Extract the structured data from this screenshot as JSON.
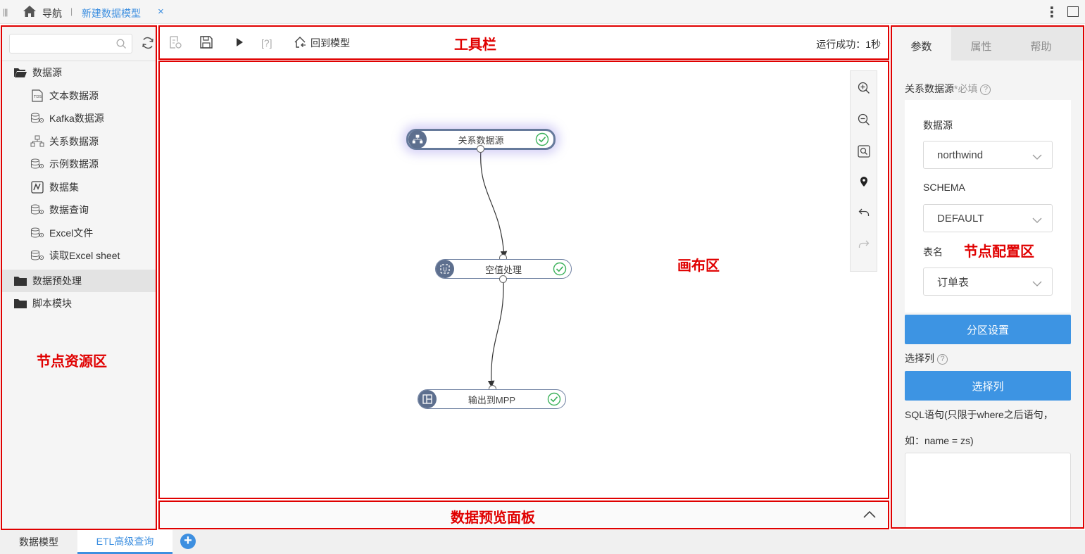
{
  "topbar": {
    "nav_label": "导航",
    "separator": "|",
    "tab_title": "新建数据模型",
    "tab_close": "×",
    "more": "⋮"
  },
  "left": {
    "search_placeholder": "",
    "tree": [
      {
        "label": "数据源",
        "type": "folder",
        "open": true
      },
      {
        "label": "文本数据源",
        "type": "child",
        "icon": "text-file-icon"
      },
      {
        "label": "Kafka数据源",
        "type": "child",
        "icon": "database-gear-icon"
      },
      {
        "label": "关系数据源",
        "type": "child",
        "icon": "relation-icon"
      },
      {
        "label": "示例数据源",
        "type": "child",
        "icon": "database-gear-icon"
      },
      {
        "label": "数据集",
        "type": "child",
        "icon": "dataset-icon"
      },
      {
        "label": "数据查询",
        "type": "child",
        "icon": "database-gear-icon"
      },
      {
        "label": "Excel文件",
        "type": "child",
        "icon": "database-gear-icon"
      },
      {
        "label": "读取Excel sheet",
        "type": "child",
        "icon": "database-gear-icon"
      },
      {
        "label": "数据预处理",
        "type": "folder",
        "open": false,
        "selected": true
      },
      {
        "label": "脚本模块",
        "type": "folder",
        "open": false
      }
    ]
  },
  "toolbar": {
    "back_label": "回到模型",
    "help_label": "[?]",
    "status": "运行成功：1秒"
  },
  "canvas": {
    "nodes": [
      {
        "label": "关系数据源",
        "icon": "relation-icon",
        "status": "success"
      },
      {
        "label": "空值处理",
        "icon": "null-handle-icon",
        "status": "success"
      },
      {
        "label": "输出到MPP",
        "icon": "output-icon",
        "status": "success"
      }
    ]
  },
  "right": {
    "tabs": [
      "参数",
      "属性",
      "帮助"
    ],
    "active_tab": "参数",
    "section_label": "关系数据源",
    "required_mark": "*必填",
    "datasource_label": "数据源",
    "datasource_value": "northwind",
    "schema_label": "SCHEMA",
    "schema_value": "DEFAULT",
    "table_label": "表名",
    "table_value": "订单表",
    "partition_button": "分区设置",
    "select_columns_label": "选择列",
    "select_columns_button": "选择列",
    "sql_label_1": "SQL语句(只限于where之后语句，",
    "sql_label_2": "如：name = zs)",
    "sql_value": ""
  },
  "bottom": {
    "tabs": [
      "数据模型",
      "ETL高级查询"
    ],
    "active_tab": "ETL高级查询",
    "add": "+"
  },
  "annotations": {
    "toolbar": "工具栏",
    "canvas": "画布区",
    "node_resources": "节点资源区",
    "node_config": "节点配置区",
    "preview": "数据预览面板"
  },
  "colors": {
    "accent": "#3d8fe0",
    "button": "#3d94e3",
    "annotation": "#e00000",
    "node_icon": "#5d6f8e",
    "success": "#3bb15a"
  }
}
